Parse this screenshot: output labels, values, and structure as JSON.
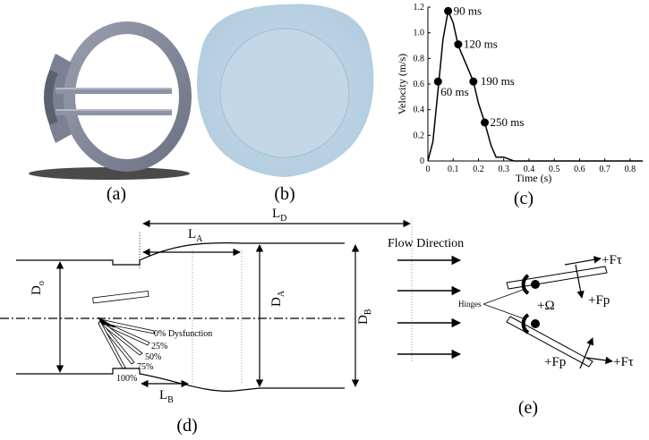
{
  "panels": {
    "a": "(a)",
    "b": "(b)",
    "c": "(c)",
    "d": "(d)",
    "e": "(e)"
  },
  "chart": {
    "xlabel": "Time (s)",
    "ylabel": "Velocity (m/s)",
    "xticks": [
      "0",
      "0.1",
      "0.2",
      "0.3",
      "0.4",
      "0.5",
      "0.6",
      "0.7",
      "0.8"
    ],
    "yticks": [
      "0",
      "0.2",
      "0.4",
      "0.6",
      "0.8",
      "1.0",
      "1.2"
    ],
    "markers": [
      {
        "label": "60 ms"
      },
      {
        "label": "90 ms"
      },
      {
        "label": "120 ms"
      },
      {
        "label": "190 ms"
      },
      {
        "label": "250 ms"
      }
    ]
  },
  "chart_data": {
    "type": "line",
    "xlabel": "Time (s)",
    "ylabel": "Velocity (m/s)",
    "xlim": [
      0,
      0.85
    ],
    "ylim": [
      0,
      1.2
    ],
    "x": [
      0.0,
      0.02,
      0.04,
      0.06,
      0.08,
      0.1,
      0.12,
      0.15,
      0.18,
      0.2,
      0.225,
      0.25,
      0.27,
      0.3,
      0.34,
      0.36,
      0.85
    ],
    "y": [
      0.0,
      0.15,
      0.55,
      0.95,
      1.17,
      1.08,
      0.9,
      0.76,
      0.62,
      0.45,
      0.3,
      0.12,
      0.03,
      0.03,
      0.0,
      0.0,
      0.0
    ],
    "markers": [
      {
        "x": 0.04,
        "y": 0.62,
        "label": "60 ms"
      },
      {
        "x": 0.08,
        "y": 1.17,
        "label": "90 ms"
      },
      {
        "x": 0.12,
        "y": 0.91,
        "label": "120 ms"
      },
      {
        "x": 0.18,
        "y": 0.62,
        "label": "190 ms"
      },
      {
        "x": 0.225,
        "y": 0.3,
        "label": "250 ms"
      }
    ]
  },
  "diagram_d": {
    "LD": "L",
    "LD_sub": "D",
    "LA": "L",
    "LA_sub": "A",
    "LB": "L",
    "LB_sub": "B",
    "Do": "D",
    "Do_sub": "o",
    "DA": "D",
    "DA_sub": "A",
    "DB": "D",
    "DB_sub": "B",
    "flow_direction": "Flow Direction",
    "dysfunction_labels": [
      "0% Dysfunction",
      "25%",
      "50%",
      "75%",
      "100%"
    ]
  },
  "diagram_e": {
    "hinges": "Hinges",
    "omega": "+Ω",
    "ftau_top": "+Fτ",
    "fp_top": "+Fp",
    "fp_bottom": "+Fp",
    "ftau_bottom": "+Fτ"
  }
}
